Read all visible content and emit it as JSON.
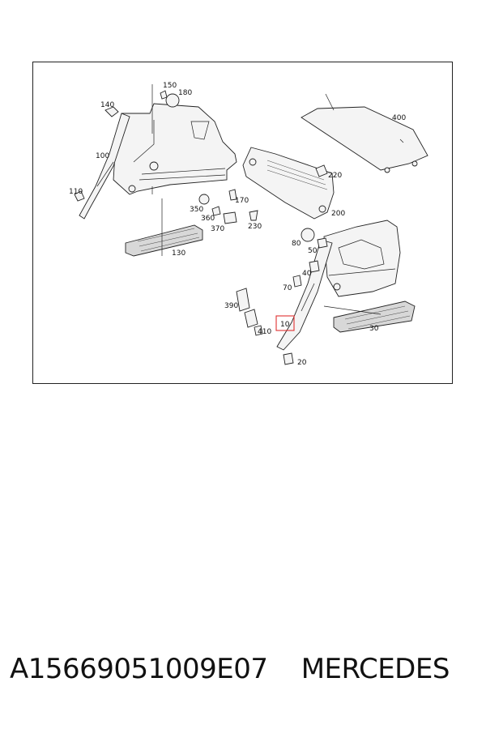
{
  "diagram": {
    "callouts": {
      "c10": "10",
      "c20": "20",
      "c30": "30",
      "c40": "40",
      "c50": "50",
      "c70": "70",
      "c80": "80",
      "c100": "100",
      "c110": "110",
      "c130": "130",
      "c140": "140",
      "c150": "150",
      "c170": "170",
      "c180": "180",
      "c200": "200",
      "c220": "220",
      "c230": "230",
      "c350": "350",
      "c360": "360",
      "c370": "370",
      "c390": "390",
      "c400": "400",
      "c410": "410"
    },
    "highlight_color": "#e03030"
  },
  "footer": {
    "part_number": "A15669051009E07",
    "brand": "MERCEDES"
  }
}
